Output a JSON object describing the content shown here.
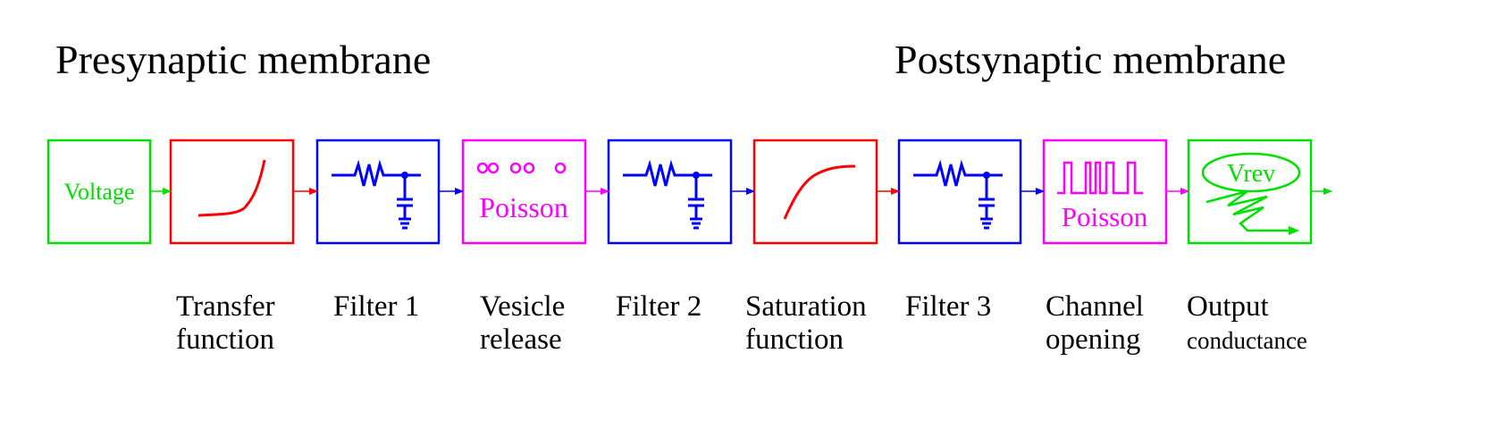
{
  "titles": {
    "presynaptic": "Presynaptic  membrane",
    "postsynaptic": "Postsynaptic  membrane"
  },
  "colors": {
    "green": "#00e000",
    "red": "#ff0000",
    "blue": "#0000ff",
    "magenta": "#ff00ff",
    "black": "#000000"
  },
  "blocks": [
    {
      "id": "voltage",
      "color": "green",
      "icon": "voltage-label",
      "inner_label": "Voltage",
      "caption": []
    },
    {
      "id": "transfer",
      "color": "red",
      "icon": "exponential-curve-icon",
      "inner_label": "",
      "caption": [
        "Transfer",
        "function"
      ]
    },
    {
      "id": "filter1",
      "color": "blue",
      "icon": "rc-filter-icon",
      "inner_label": "",
      "caption": [
        "Filter 1"
      ]
    },
    {
      "id": "vesicle",
      "color": "magenta",
      "icon": "vesicle-circles-icon",
      "inner_label": "Poisson",
      "caption": [
        "Vesicle",
        "release"
      ]
    },
    {
      "id": "filter2",
      "color": "blue",
      "icon": "rc-filter-icon",
      "inner_label": "",
      "caption": [
        "Filter 2"
      ]
    },
    {
      "id": "saturation",
      "color": "red",
      "icon": "saturation-curve-icon",
      "inner_label": "",
      "caption": [
        "Saturation",
        "function"
      ]
    },
    {
      "id": "filter3",
      "color": "blue",
      "icon": "rc-filter-icon",
      "inner_label": "",
      "caption": [
        "Filter 3"
      ]
    },
    {
      "id": "channel",
      "color": "magenta",
      "icon": "pulse-train-icon",
      "inner_label": "Poisson",
      "caption": [
        "Channel",
        "opening"
      ]
    },
    {
      "id": "output",
      "color": "green",
      "icon": "variable-resistor-icon",
      "inner_label": "Vrev",
      "caption": [
        "Output",
        "conductance"
      ]
    }
  ]
}
